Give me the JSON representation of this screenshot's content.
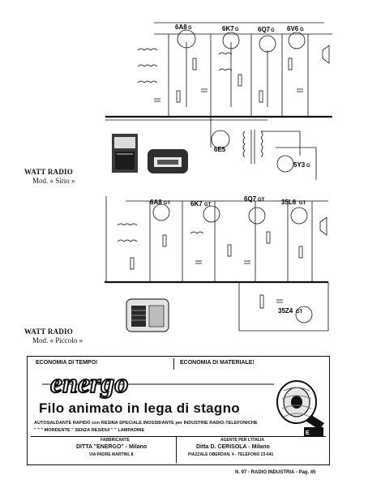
{
  "schematic_top": {
    "tubes": [
      "6A8",
      "6K7",
      "6Q7",
      "6V6",
      "6E5",
      "5Y3"
    ],
    "suffixes": [
      "G",
      "G",
      "G",
      "G",
      "G"
    ],
    "caption_title": "WATT RADIO",
    "caption_model": "Mod. « Sirio »"
  },
  "schematic_bottom": {
    "tubes": [
      "6A8",
      "6K7",
      "6Q7",
      "35L6",
      "35Z4"
    ],
    "suffixes": [
      "GT",
      "GT",
      "GT",
      "GT",
      "GT"
    ],
    "caption_title": "WATT RADIO",
    "caption_model": "Mod. « Piccolo »"
  },
  "advert": {
    "left_banner": "ECONOMIA DI TEMPO!",
    "right_banner": "ECONOMIA DI MATERIALE!",
    "brand": "energo",
    "slogan": "Filo animato in lega di stagno",
    "line1": "AUTOSALDANTE RAPIDO con RESINA SPECIALE INOSSIDANTE per INDUSTRIE RADIO-TELEFONICHE",
    "line2": "\"     \"     \"     MORDENTE   \"   SENZA RESIDUI   \"      \"        LAMPADINE",
    "manufacturer_label": "FABBRICANTE",
    "manufacturer": "DITTA \"ENERGO\" - Milano",
    "manufacturer_addr": "VIA PADRE MARTINI, 8",
    "agent_label": "AGENTE PER L'ITALIA",
    "agent": "Ditta D. CERISOLA - Milano",
    "agent_addr": "PIAZZALE OBERDAN, 4 - TELEFONO 23-641"
  },
  "footer": "N. 97 - RADIO INDUSTRIA - Pag. 45"
}
